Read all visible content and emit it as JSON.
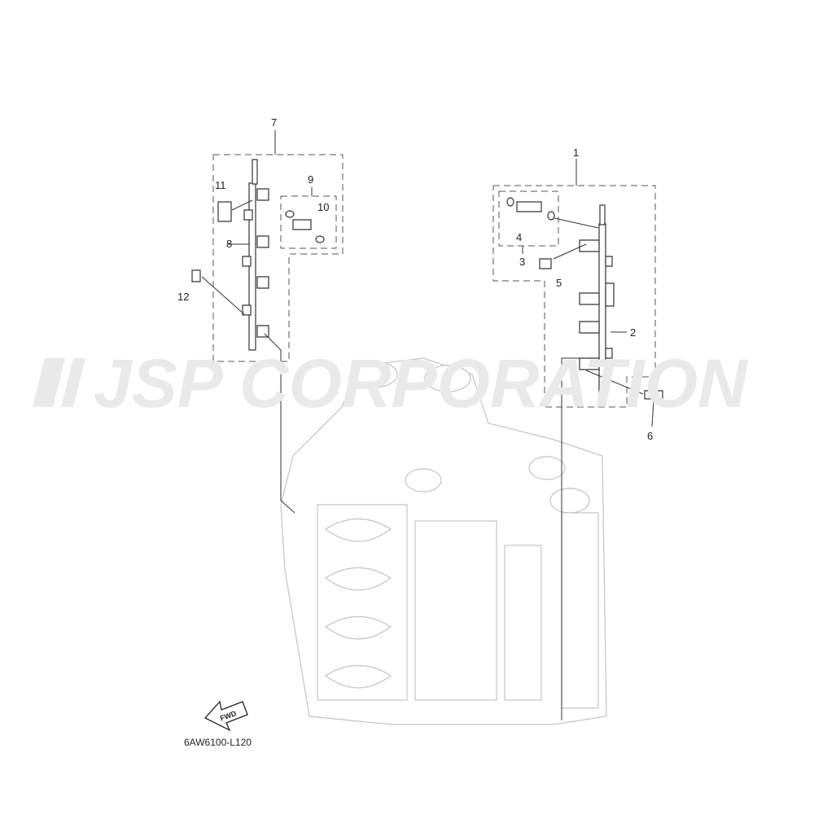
{
  "watermark": "JSP CORPORATION",
  "diagram_code": "6AW6100-L120",
  "fwd_label": "FWD",
  "callouts": [
    "1",
    "2",
    "3",
    "4",
    "5",
    "6",
    "7",
    "8",
    "9",
    "10",
    "11",
    "12"
  ]
}
